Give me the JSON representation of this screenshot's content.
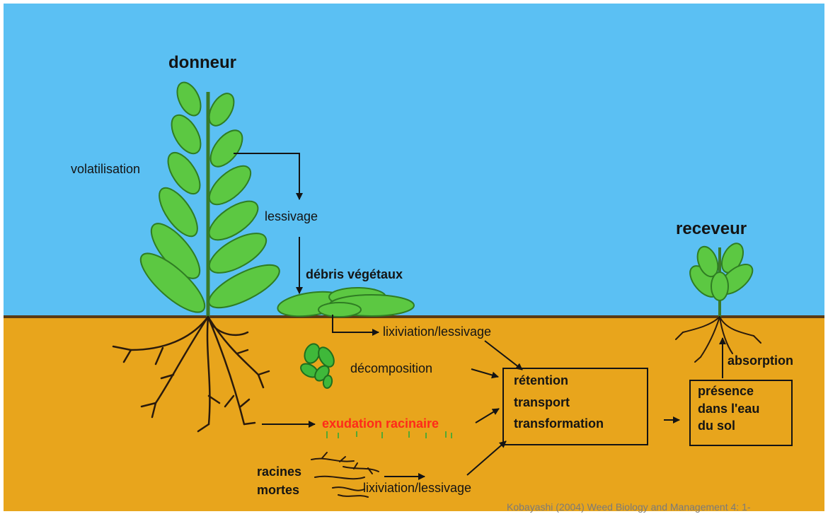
{
  "labels": {
    "donor": "donneur",
    "receiver": "receveur",
    "volatilisation": "volatilisation",
    "leaching_top": "lessivage",
    "plant_debris": "débris végétaux",
    "lixiviation_top": "lixiviation/lessivage",
    "decomposition": "décomposition",
    "root_exudation": "exudation racinaire",
    "dead_roots_1": "racines",
    "dead_roots_2": "mortes",
    "lixiviation_bottom": "lixiviation/lessivage",
    "absorption": "absorption"
  },
  "processes": [
    "rétention",
    "transport",
    "transformation"
  ],
  "soil_water": [
    "présence",
    "dans l'eau",
    "du sol"
  ],
  "credit": "Kobayashi (2004) Weed Biology and Management 4: 1-",
  "colors": {
    "sky": "#5bc0f3",
    "soil": "#e8a51c",
    "ground_line": "#5a3a12",
    "leaf": "#5cc842",
    "leaf_outline": "#2f7d23",
    "root": "#2a1a0c",
    "arrow": "#141414",
    "exudation_text": "#ff2a1a"
  }
}
